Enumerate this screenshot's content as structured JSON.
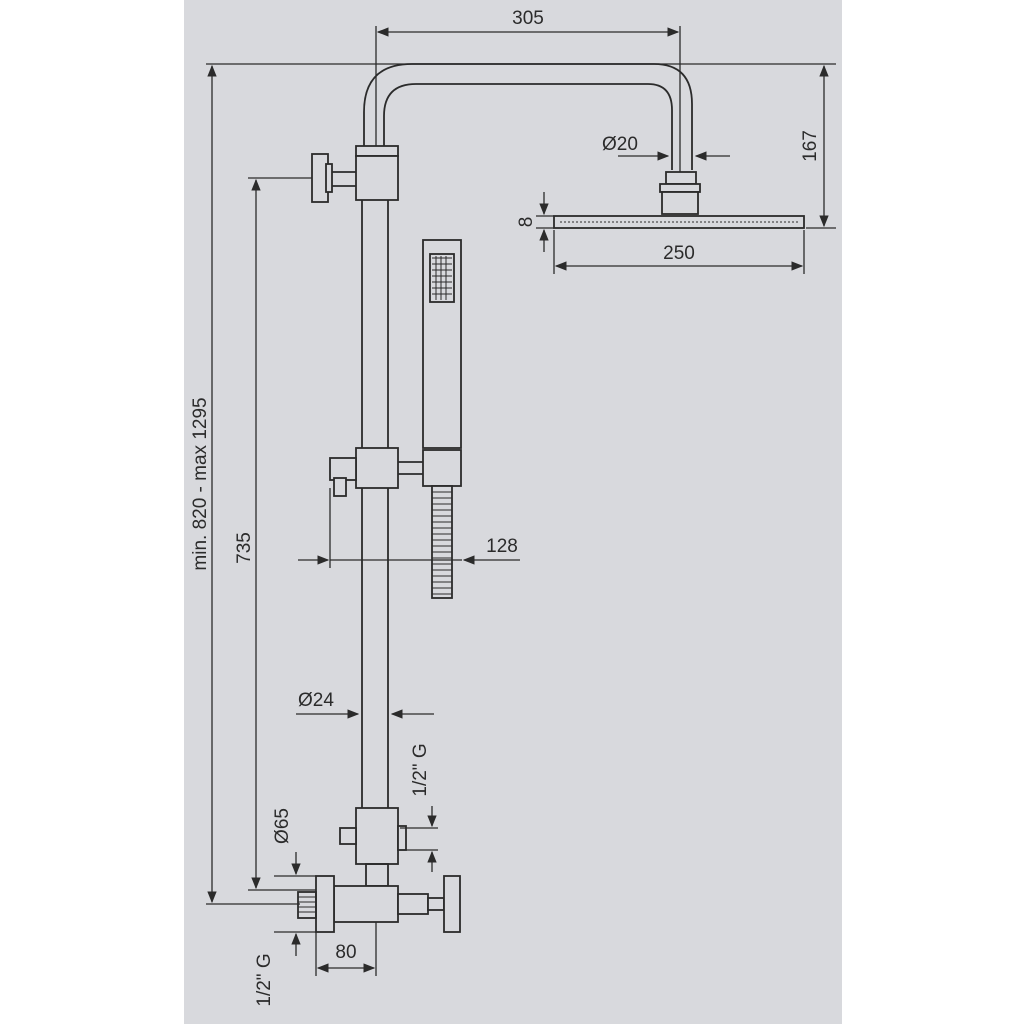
{
  "colors": {
    "background": "#d8d9dd",
    "line": "#2b2b2b",
    "page": "#ffffff"
  },
  "dimensions": {
    "arm_reach": "305",
    "arm_diameter": "Ø20",
    "head_height": "167",
    "head_thickness": "8",
    "head_width": "250",
    "hand_shower_offset": "128",
    "total_height": "min. 820 - max 1295",
    "bar_height": "735",
    "bar_diameter": "Ø24",
    "hose_thread": "1/2\" G",
    "escutcheon_diameter": "Ø65",
    "inlet_thread": "1/2\" G",
    "inlet_spacing": "80"
  }
}
